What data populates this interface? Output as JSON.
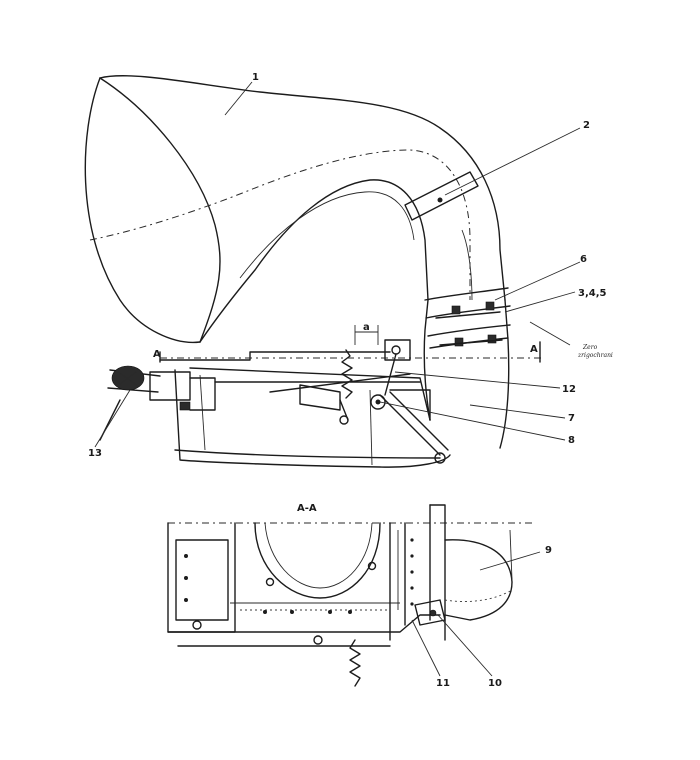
{
  "section_label": "A-A",
  "section_marks": [
    "A",
    "A"
  ],
  "dimension_mark": "a",
  "callouts": [
    "1",
    "2",
    "6",
    "3,4,5",
    "12",
    "7",
    "8",
    "13",
    "9",
    "11",
    "10"
  ],
  "handwritten_note": [
    "Zero",
    "zrigochrani"
  ]
}
